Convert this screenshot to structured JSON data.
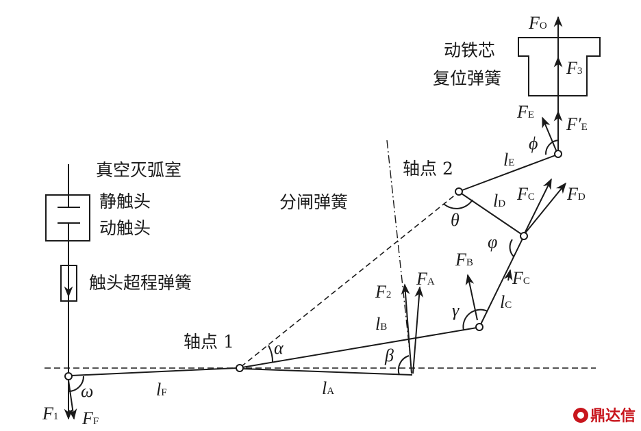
{
  "labels": {
    "vacuum_chamber": "真空灭弧室",
    "static_contact": "静触头",
    "moving_contact": "动触头",
    "overtravel_spring": "触头超程弹簧",
    "opening_spring": "分闸弹簧",
    "pivot1": "轴点 1",
    "pivot2": "轴点 2",
    "armature": "动铁芯",
    "reset_spring": "复位弹簧"
  },
  "symbols": {
    "F": "F",
    "l": "l",
    "sub_O": "O",
    "sub_3": "3",
    "sub_E": "E",
    "sub_C": "C",
    "sub_D": "D",
    "sub_B": "B",
    "sub_A": "A",
    "sub_2": "2",
    "sub_1": "1",
    "sub_F": "F",
    "FE_prime": "′",
    "alpha": "α",
    "beta": "β",
    "gamma": "γ",
    "theta": "θ",
    "varphi": "φ",
    "phi": "ϕ",
    "omega": "ω"
  },
  "watermark": "鼎达信",
  "colors": {
    "line": "#1a1a1a",
    "watermark": "#c8161d"
  }
}
